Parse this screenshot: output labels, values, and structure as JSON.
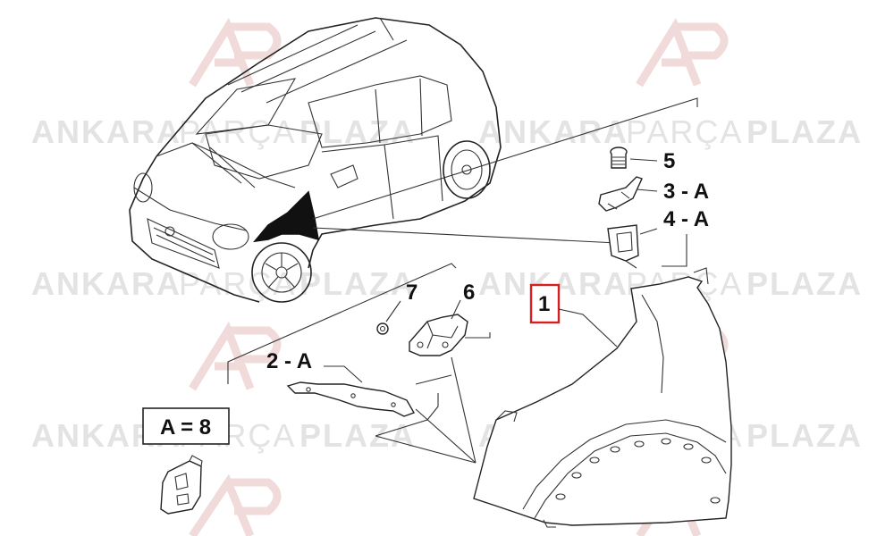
{
  "watermark": {
    "brand_left": "ANKARA",
    "brand_mid": "PARÇA",
    "brand_right": "PLAZA",
    "logo_text": "AP"
  },
  "callouts": {
    "part_1": "1",
    "part_2": "2 - A",
    "part_3": "3 - A",
    "part_4": "4 - A",
    "part_5": "5",
    "part_6": "6",
    "part_7": "7",
    "kit_box": "A = 8"
  },
  "colors": {
    "highlight_box": "#d42020",
    "watermark": "#e3e3e3",
    "watermark_logo": "#f0dada",
    "line": "#222222"
  },
  "icons": [
    "car-illustration",
    "fender-panel",
    "bolt",
    "clip",
    "bracket",
    "nut",
    "mounting-bracket",
    "reinforcement-strip",
    "kit-part"
  ]
}
